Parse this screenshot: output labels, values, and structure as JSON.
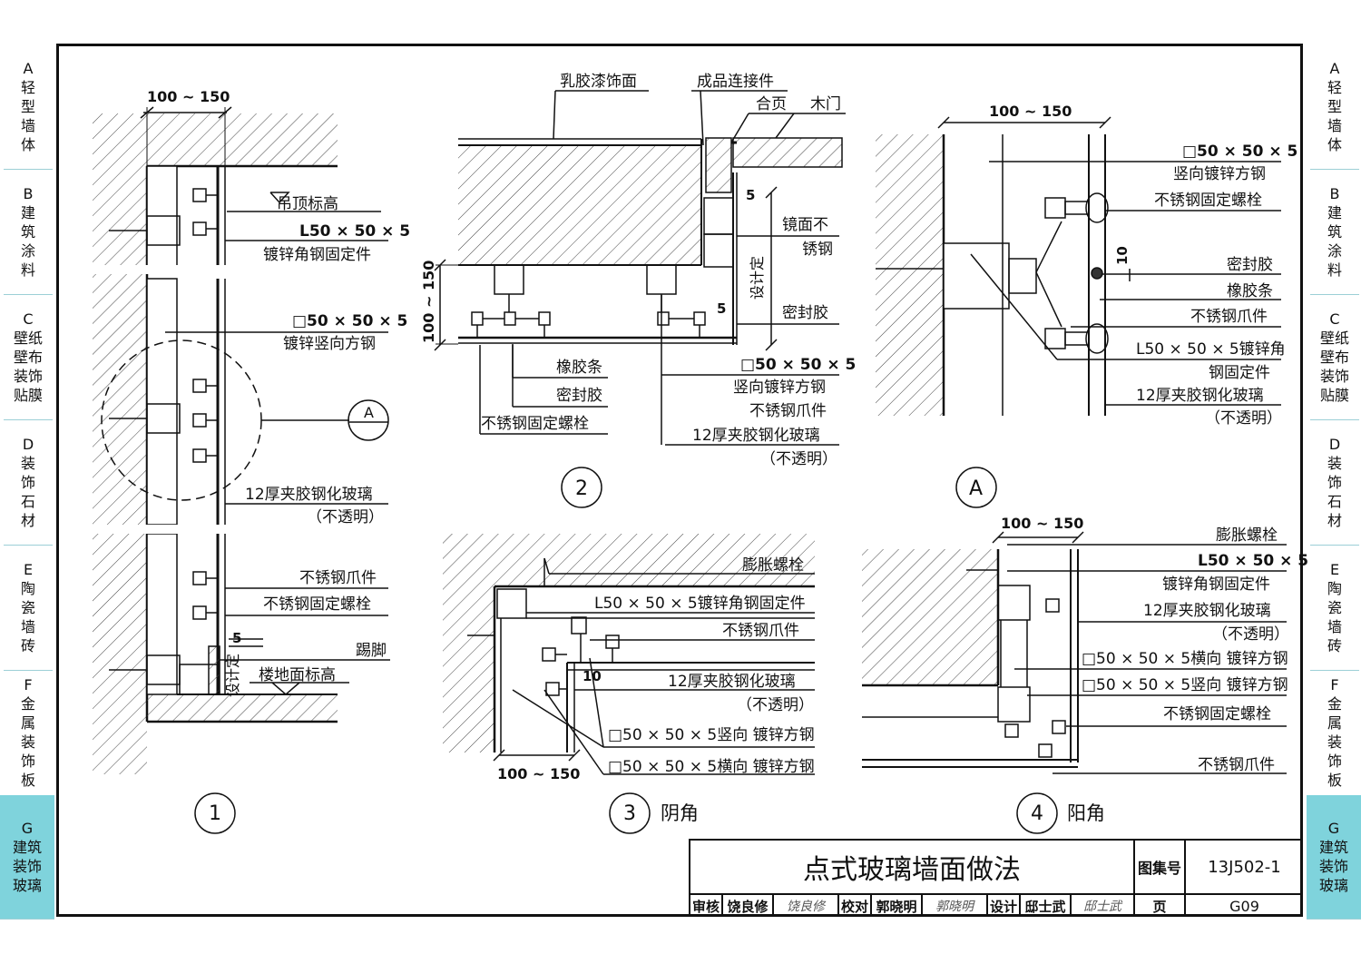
{
  "sidebar": {
    "tabs": [
      {
        "letter": "A",
        "lines": [
          "轻",
          "型",
          "墙",
          "体"
        ]
      },
      {
        "letter": "B",
        "lines": [
          "建",
          "筑",
          "涂",
          "料"
        ]
      },
      {
        "letter": "C",
        "lines": [
          "壁纸",
          "壁布",
          "装饰",
          "贴膜"
        ]
      },
      {
        "letter": "D",
        "lines": [
          "装",
          "饰",
          "石",
          "材"
        ]
      },
      {
        "letter": "E",
        "lines": [
          "陶",
          "瓷",
          "墙",
          "砖"
        ]
      },
      {
        "letter": "F",
        "lines": [
          "金",
          "属",
          "装",
          "饰",
          "板"
        ]
      },
      {
        "letter": "G",
        "lines": [
          "建筑",
          "装饰",
          "玻璃"
        ]
      }
    ],
    "active_index": 6
  },
  "detail1": {
    "dim": "100 ~ 150",
    "ceiling": "吊顶标高",
    "angle": "L50 × 50 × 5",
    "angle_desc": "镀锌角钢固定件",
    "tube": "□50 × 50 × 5",
    "tube_desc": "镀锌竖向方钢",
    "callout": "A",
    "glass": "12厚夹胶钢化玻璃",
    "opaque": "（不透明）",
    "claw": "不锈钢爪件",
    "bolt": "不锈钢固定螺栓",
    "skirting": "踢脚",
    "floor": "楼地面标高",
    "design": "设计定",
    "gap": "5",
    "number": "1"
  },
  "detail2": {
    "paint": "乳胶漆饰面",
    "connector": "成品连接件",
    "hinge": "合页",
    "door": "木门",
    "mirror": "镜面不锈钢",
    "design": "设计定",
    "gap": "5",
    "gap2": "5",
    "sealant": "密封胶",
    "dim": "100 ~ 150",
    "tube": "□50 × 50 × 5",
    "tube_desc": "竖向镀锌方钢",
    "claw": "不锈钢爪件",
    "rubber": "橡胶条",
    "seal": "密封胶",
    "bolt": "不锈钢固定螺栓",
    "glass": "12厚夹胶钢化玻璃",
    "opaque": "（不透明）",
    "number": "2"
  },
  "detailA": {
    "dim": "100 ~ 150",
    "tube": "□50 × 50 × 5",
    "tube_desc": "竖向镀锌方钢",
    "bolt": "不锈钢固定螺栓",
    "sealant": "密封胶",
    "gap": "10",
    "rubber": "橡胶条",
    "claw": "不锈钢爪件",
    "angle": "L50 × 50 × 5镀锌角",
    "angle2": "钢固定件",
    "glass": "12厚夹胶钢化玻璃",
    "opaque": "（不透明）",
    "number": "A"
  },
  "detail3": {
    "anchor": "膨胀螺栓",
    "angle": "L50 × 50 × 5镀锌角钢固定件",
    "claw": "不锈钢爪件",
    "glass": "12厚夹胶钢化玻璃",
    "opaque": "（不透明）",
    "vtube": "□50 × 50 × 5竖向 镀锌方钢",
    "htube": "□50 × 50 × 5横向 镀锌方钢",
    "gap": "10",
    "dim": "100 ~ 150",
    "number": "3",
    "label": "阴角"
  },
  "detail4": {
    "dim": "100 ~ 150",
    "anchor": "膨胀螺栓",
    "angle": "L50 × 50 × 5",
    "angle_desc": "镀锌角钢固定件",
    "glass": "12厚夹胶钢化玻璃",
    "opaque": "（不透明）",
    "htube": "□50 × 50 × 5横向 镀锌方钢",
    "vtube": "□50 × 50 × 5竖向 镀锌方钢",
    "bolt": "不锈钢固定螺栓",
    "claw": "不锈钢爪件",
    "number": "4",
    "label": "阳角"
  },
  "title_block": {
    "title": "点式玻璃墙面做法",
    "atlas_label": "图集号",
    "atlas_no": "13J502-1",
    "review": "审核",
    "reviewer": "饶良修",
    "reviewer_sig": "饶良修",
    "check": "校对",
    "checker": "郭晓明",
    "checker_sig": "郭晓明",
    "design": "设计",
    "designer": "邸士武",
    "designer_sig": "邸士武",
    "page_label": "页",
    "page_no": "G09"
  }
}
